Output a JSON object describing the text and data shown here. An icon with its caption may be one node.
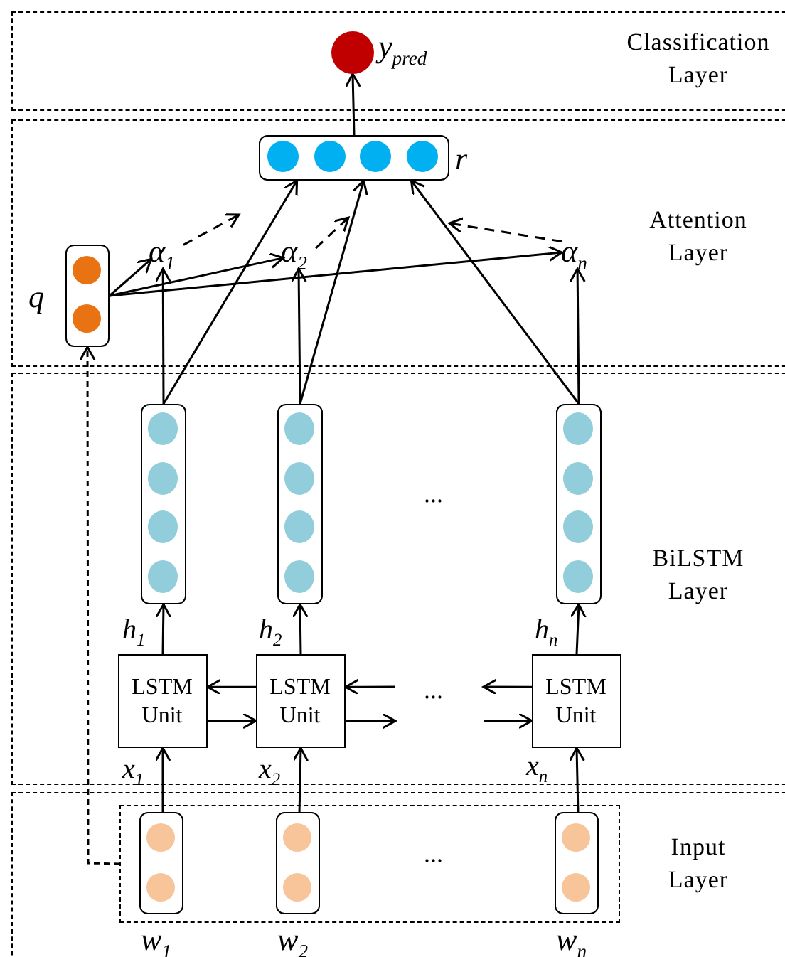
{
  "diagram": {
    "nodes": [
      {
        "text": [
          "Classification Layer"
        ]
      },
      {
        "text": [],
        "shape": "circle",
        "beside": [
          "y$_{pred}$"
        ],
        "in": 0
      },
      {
        "text": [
          "Attention Layer"
        ]
      },
      {
        "text": [],
        "shape": "box",
        "beside": [
          "r"
        ],
        "in": 2
      },
      {
        "text": [],
        "shape": "box",
        "beside": [
          "q"
        ],
        "in": 2
      },
      {
        "text": [
          "α$_{1}$"
        ],
        "in": 2
      },
      {
        "text": [
          "α$_{2}$"
        ],
        "in": 2
      },
      {
        "text": [
          "α$_{n}$"
        ],
        "in": 2
      },
      {
        "text": [
          "BiLSTM Layer"
        ]
      },
      {
        "text": [],
        "shape": "box",
        "in": 8
      },
      {
        "text": [],
        "shape": "box",
        "in": 8
      },
      {
        "text": [],
        "shape": "box",
        "in": 8
      },
      {
        "text": [
          "LSTM Unit"
        ],
        "in": 8
      },
      {
        "text": [
          "LSTM Unit"
        ],
        "in": 8
      },
      {
        "text": [
          "LSTM Unit"
        ],
        "in": 8
      },
      {
        "text": [
          "Input Layer"
        ]
      },
      {
        "text": [],
        "shape": "box",
        "in": 15
      },
      {
        "text": [],
        "shape": "box",
        "beside": [
          "w$_{1}$"
        ],
        "in": 16
      },
      {
        "text": [],
        "shape": "box",
        "beside": [
          "w$_{2}$"
        ],
        "in": 16
      },
      {
        "text": [],
        "shape": "box",
        "beside": [
          "w$_{n}$"
        ],
        "in": 16
      }
    ],
    "edges": [
      {
        "from": 3,
        "to": 1,
        "arrow": "to"
      },
      {
        "from": 4,
        "to": 5,
        "arrow": "to"
      },
      {
        "from": 4,
        "to": 6,
        "arrow": "to"
      },
      {
        "from": 4,
        "to": 7,
        "arrow": "to"
      },
      {
        "from": 5,
        "to": null,
        "arrow": "to",
        "style": "dashed"
      },
      {
        "from": 6,
        "to": null,
        "arrow": "to",
        "style": "dashed"
      },
      {
        "from": 7,
        "to": null,
        "arrow": "to",
        "style": "dashed"
      },
      {
        "from": 9,
        "to": 5,
        "arrow": "to"
      },
      {
        "from": 10,
        "to": 6,
        "arrow": "to"
      },
      {
        "from": 11,
        "to": 7,
        "arrow": "to"
      },
      {
        "from": 9,
        "to": 3,
        "arrow": "to"
      },
      {
        "from": 10,
        "to": 3,
        "arrow": "to"
      },
      {
        "from": 11,
        "to": 3,
        "arrow": "to"
      },
      {
        "from": 12,
        "to": 9,
        "arrow": "to",
        "label": "h$_{1}$"
      },
      {
        "from": 13,
        "to": 10,
        "arrow": "to",
        "label": "h$_{2}$"
      },
      {
        "from": 14,
        "to": 11,
        "arrow": "to",
        "label": "h$_{n}$"
      },
      {
        "from": 13,
        "to": 12,
        "arrow": "to"
      },
      {
        "from": 12,
        "to": 13,
        "arrow": "to"
      },
      {
        "from": null,
        "to": 13,
        "arrow": "to"
      },
      {
        "from": 13,
        "to": null,
        "arrow": "to"
      },
      {
        "from": 14,
        "to": null,
        "arrow": "to"
      },
      {
        "from": null,
        "to": 14,
        "arrow": "to"
      },
      {
        "from": 17,
        "to": 12,
        "arrow": "to",
        "label": "x$_{1}$"
      },
      {
        "from": 18,
        "to": 13,
        "arrow": "to",
        "label": "x$_{2}$"
      },
      {
        "from": 19,
        "to": 14,
        "arrow": "to",
        "label": "x$_{n}$"
      },
      {
        "from": 16,
        "to": 4,
        "arrow": "to",
        "style": "dashed"
      }
    ],
    "labels": [
      "...",
      "...",
      "..."
    ]
  }
}
